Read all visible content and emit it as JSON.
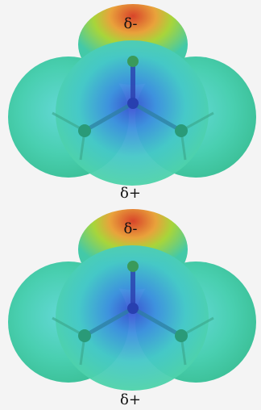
{
  "panels": [
    {
      "top_label": "δ-",
      "bottom_label": "δ+"
    },
    {
      "top_label": "δ-",
      "bottom_label": "δ+"
    }
  ],
  "colors": {
    "background": "#f4f4f4",
    "surface_main": "#3fc7b0",
    "surface_edge": "#6fd8cf",
    "negative_top": "#e0582a",
    "mid": "#b8d531",
    "positive_center": "#3b5fd6",
    "atoms": "#2a9a78"
  }
}
